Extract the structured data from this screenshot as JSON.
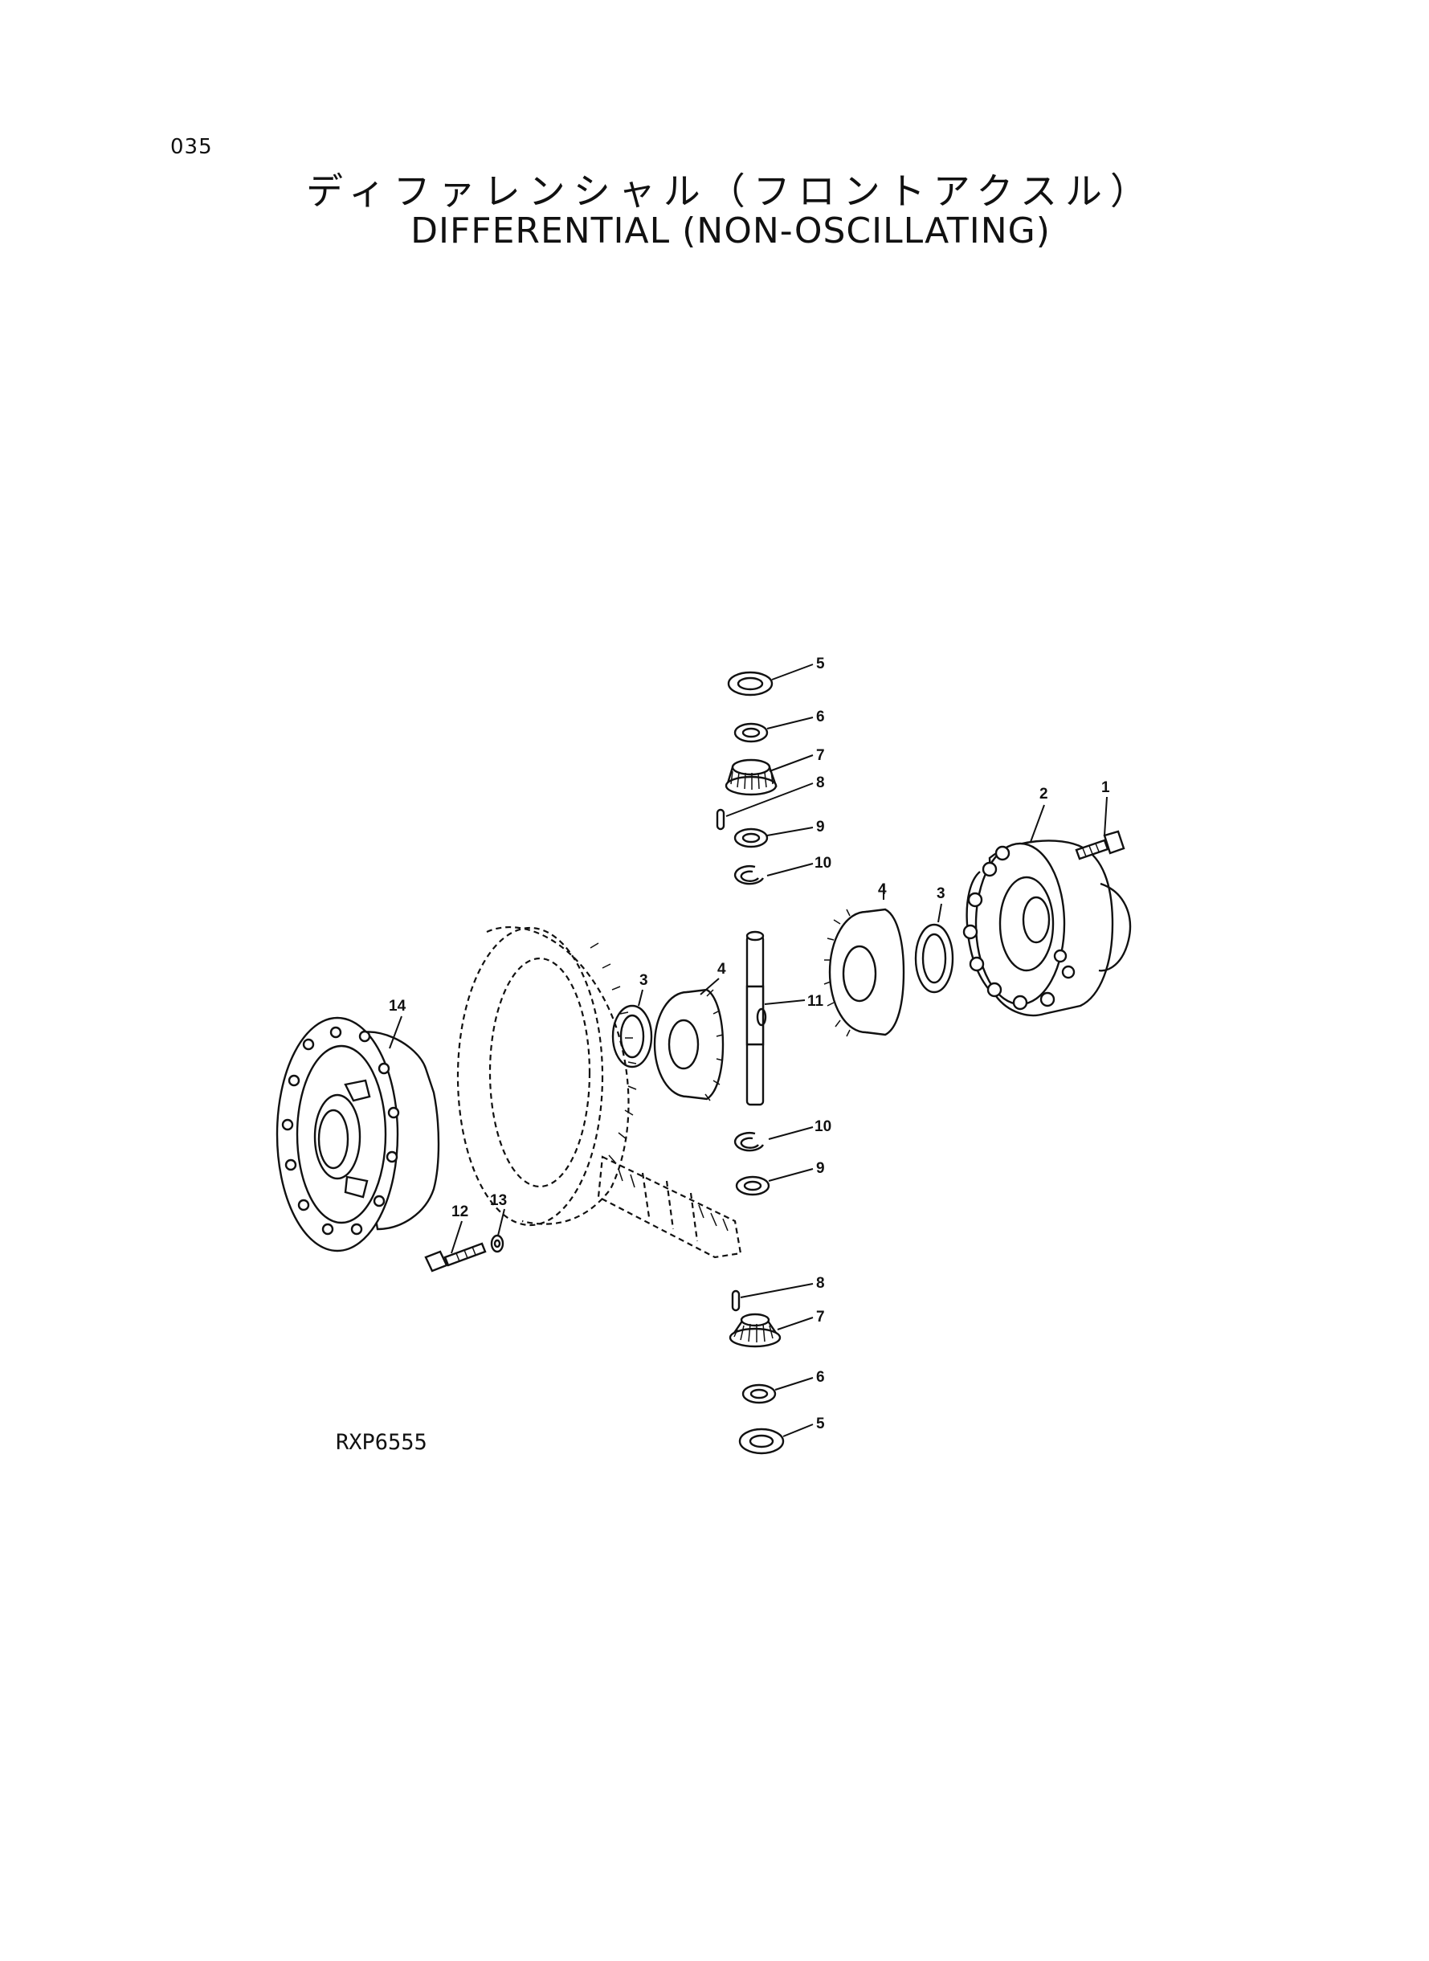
{
  "header": {
    "page_number": "035",
    "title_japanese": "ディファレンシャル（フロントアクスル）",
    "title_english": "DIFFERENTIAL (NON-OSCILLATING)"
  },
  "footer": {
    "drawing_code": "RXP6555"
  },
  "callouts": {
    "c1": "1",
    "c2": "2",
    "c3a": "3",
    "c3b": "3",
    "c4a": "4",
    "c4b": "4",
    "c5a": "5",
    "c5b": "5",
    "c6a": "6",
    "c6b": "6",
    "c7a": "7",
    "c7b": "7",
    "c8a": "8",
    "c8b": "8",
    "c9a": "9",
    "c9b": "9",
    "c10a": "10",
    "c10b": "10",
    "c11": "11",
    "c12": "12",
    "c13": "13",
    "c14": "14"
  }
}
